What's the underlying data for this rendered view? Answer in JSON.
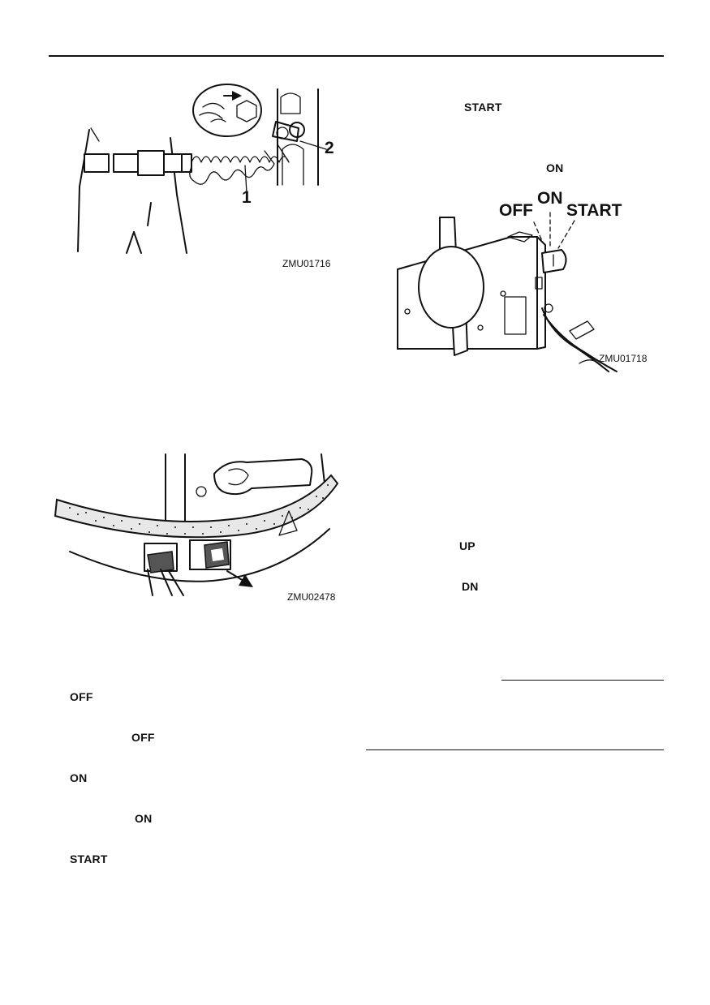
{
  "figures": {
    "fig1": {
      "code": "ZMU01716",
      "callouts": [
        "1",
        "2"
      ]
    },
    "fig2": {
      "code": "ZMU01718",
      "position_labels": {
        "off": "OFF",
        "on": "ON",
        "start": "START"
      }
    },
    "fig3": {
      "code": "ZMU02478"
    }
  },
  "text": {
    "right_start": "START",
    "right_on": "ON",
    "right_up": "UP",
    "right_dn": "DN",
    "left_off": "OFF",
    "left_off_inline": "OFF",
    "left_on": "ON",
    "left_on_inline": "ON",
    "left_start": "START"
  }
}
